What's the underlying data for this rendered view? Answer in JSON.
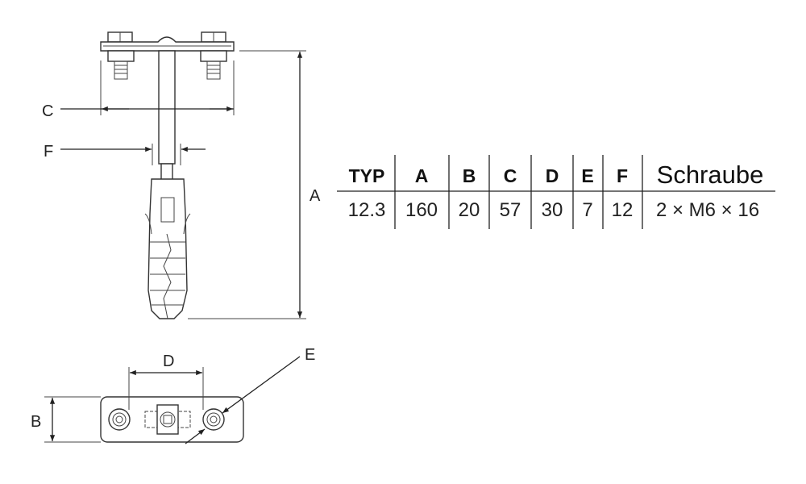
{
  "drawing": {
    "labels": {
      "A": "A",
      "B": "B",
      "C": "C",
      "D": "D",
      "E": "E",
      "F": "F"
    }
  },
  "table": {
    "headers": [
      "TYP",
      "A",
      "B",
      "C",
      "D",
      "E",
      "F",
      "Schraube"
    ],
    "rows": [
      [
        "12.3",
        "160",
        "20",
        "57",
        "30",
        "7",
        "12",
        "2 × M6 × 16"
      ]
    ]
  }
}
